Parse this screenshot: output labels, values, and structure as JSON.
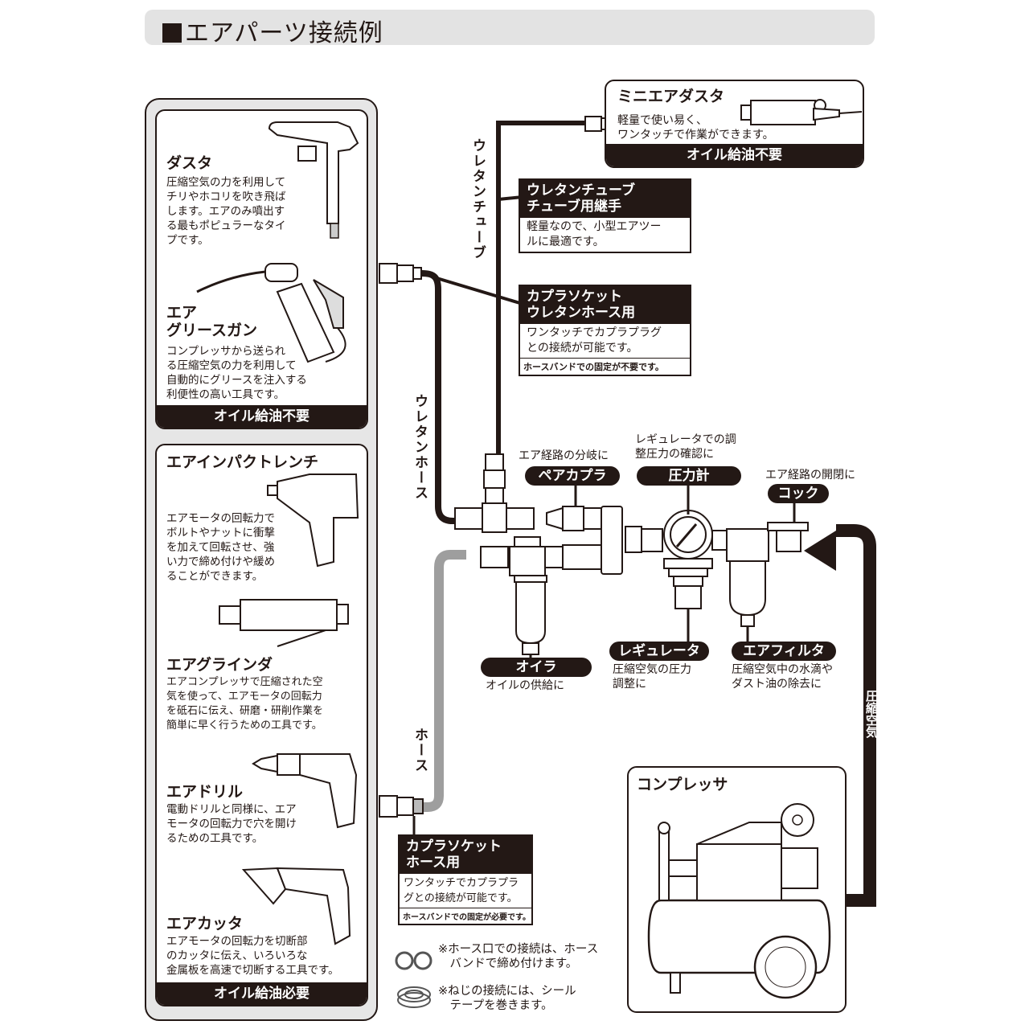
{
  "title": "エアパーツ接続例",
  "tools_panel": {
    "top_group": {
      "items": [
        {
          "name": "ダスタ",
          "desc": "圧縮空気の力を利用して\nチリやホコリを吹き飛ば\nします。エアのみ噴出す\nる最もポピュラーなタイ\nプです。"
        },
        {
          "name": "エア\nグリースガン",
          "desc": "コンプレッサから送られ\nる圧縮空気の力を利用して\n自動的にグリースを注入する\n利便性の高い工具です。"
        }
      ],
      "footer": "オイル給油不要"
    },
    "bottom_group": {
      "items": [
        {
          "name": "エアインパクトレンチ",
          "desc": "エアモータの回転力で\nボルトやナットに衝撃\nを加えて回転させ、強\nい力で締め付けや緩め\nることができます。"
        },
        {
          "name": "エアグラインダ",
          "desc": "エアコンプレッサで圧縮された空\n気を使って、エアモータの回転力\nを砥石に伝え、研磨・研削作業を\n簡単に早く行うための工具です。"
        },
        {
          "name": "エアドリル",
          "desc": "電動ドリルと同様に、エア\nモータの回転力で穴を開け\nるための工具です。"
        },
        {
          "name": "エアカッタ",
          "desc": "エアモータの回転力を切断部\nのカッタに伝え、いろいろな\n金属板を高速で切断する工具です。"
        }
      ],
      "footer": "オイル給油必要"
    }
  },
  "mini_duster": {
    "name": "ミニエアダスタ",
    "desc": "軽量で使い易く、\nワンタッチで作業ができます。",
    "footer": "オイル給油不要"
  },
  "lines": {
    "urethane_tube": "ウレタンチューブ",
    "urethane_hose": "ウレタンホース",
    "hose": "ホース",
    "compressed_air": "圧縮空気"
  },
  "callouts": {
    "urethane_tube_fitting": {
      "head": "ウレタンチューブ\nチューブ用継手",
      "body": "軽量なので、小型エアツー\nルに最適です。"
    },
    "coupler_socket_urethane": {
      "head": "カプラソケット\nウレタンホース用",
      "body": "ワンタッチでカプラプラグ\nとの接続が可能です。",
      "note": "ホースバンドでの固定が不要です。"
    },
    "coupler_socket_hose": {
      "head": "カプラソケット\nホース用",
      "body": "ワンタッチでカプラプラ\nグとの接続が可能です。",
      "note": "ホースバンドでの固定が必要です。"
    }
  },
  "parts": {
    "pair_coupler": {
      "label": "ペアカプラ",
      "caption": "エア経路の分岐に"
    },
    "pressure_gauge": {
      "label": "圧力計",
      "caption": "レギュレータでの調\n整圧力の確認に"
    },
    "cock": {
      "label": "コック",
      "caption": "エア経路の開閉に"
    },
    "oiler": {
      "label": "オイラ",
      "caption": "オイルの供給に"
    },
    "regulator": {
      "label": "レギュレータ",
      "caption": "圧縮空気の圧力\n調整に"
    },
    "air_filter": {
      "label": "エアフィルタ",
      "caption": "圧縮空気中の水滴や\nダスト油の除去に"
    }
  },
  "compressor": {
    "name": "コンプレッサ"
  },
  "notes": [
    {
      "icon": "hose-band-icon",
      "text": "※ホース口での接続は、ホース\n　バンドで締め付けます。"
    },
    {
      "icon": "seal-tape-icon",
      "text": "※ねじの接続には、シール\n　テープを巻きます。"
    }
  ],
  "colors": {
    "ink": "#231815",
    "panel": "#e6e6e6",
    "hose_gray": "#9e9e9e",
    "title_bg": "#e3e3e3"
  }
}
